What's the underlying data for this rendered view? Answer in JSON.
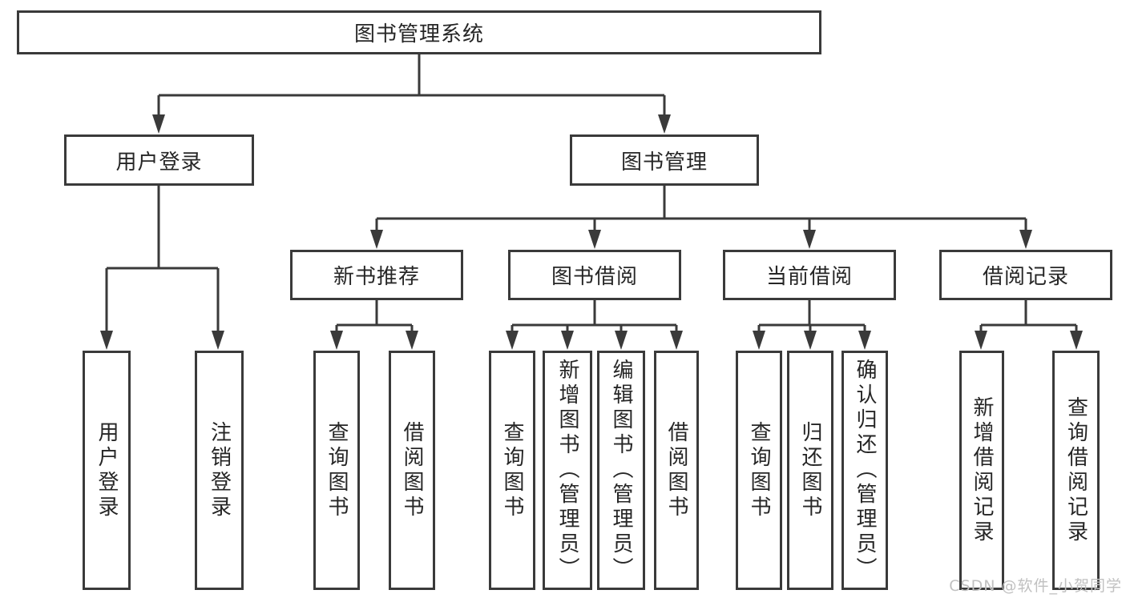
{
  "diagram_type": "hierarchy-tree",
  "colors": {
    "line": "#3a3a3a",
    "text": "#262626",
    "box_background": "#ffffff",
    "watermark": "#c1c1c1"
  },
  "nodes": {
    "root": "图书管理系统",
    "user_login": "用户登录",
    "book_mgmt": "图书管理",
    "new_book": "新书推荐",
    "book_borrow": "图书借阅",
    "current_borrow": "当前借阅",
    "borrow_record": "借阅记录",
    "leaf_user_login": "用户登录",
    "leaf_logout": "注销登录",
    "leaf_nb_query": "查询图书",
    "leaf_nb_borrow": "借阅图书",
    "leaf_bb_query": "查询图书",
    "leaf_bb_add": "新增图书（管理员）",
    "leaf_bb_edit": "编辑图书（管理员）",
    "leaf_bb_borrow": "借阅图书",
    "leaf_cb_query": "查询图书",
    "leaf_cb_return": "归还图书",
    "leaf_cb_confirm": "确认归还（管理员）",
    "leaf_br_add": "新增借阅记录",
    "leaf_br_query": "查询借阅记录"
  },
  "watermark": "CSDN @软件_小贺同学"
}
